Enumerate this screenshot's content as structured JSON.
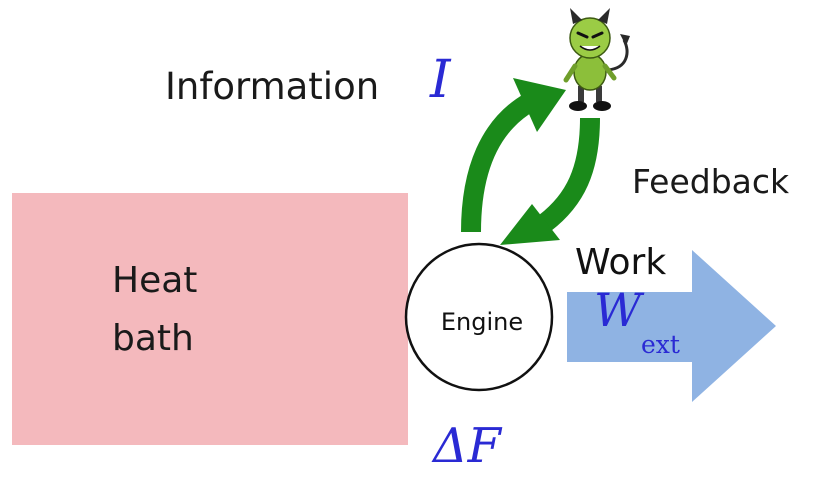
{
  "heat_bath": {
    "line1": "Heat",
    "line2": "bath"
  },
  "engine": {
    "label": "Engine"
  },
  "information": {
    "label": "Information",
    "symbol": "I"
  },
  "feedback": {
    "label": "Feedback"
  },
  "work": {
    "label": "Work",
    "symbol": "W",
    "subscript": "ext"
  },
  "free_energy": {
    "symbol": "ΔF"
  },
  "colors": {
    "heat_bath": "#f4b9bd",
    "arrows": "#1a8a1a",
    "work_arrow": "#8fb3e3",
    "math_text": "#2a2ad4"
  },
  "icons": {
    "demon": "demon-icon"
  }
}
